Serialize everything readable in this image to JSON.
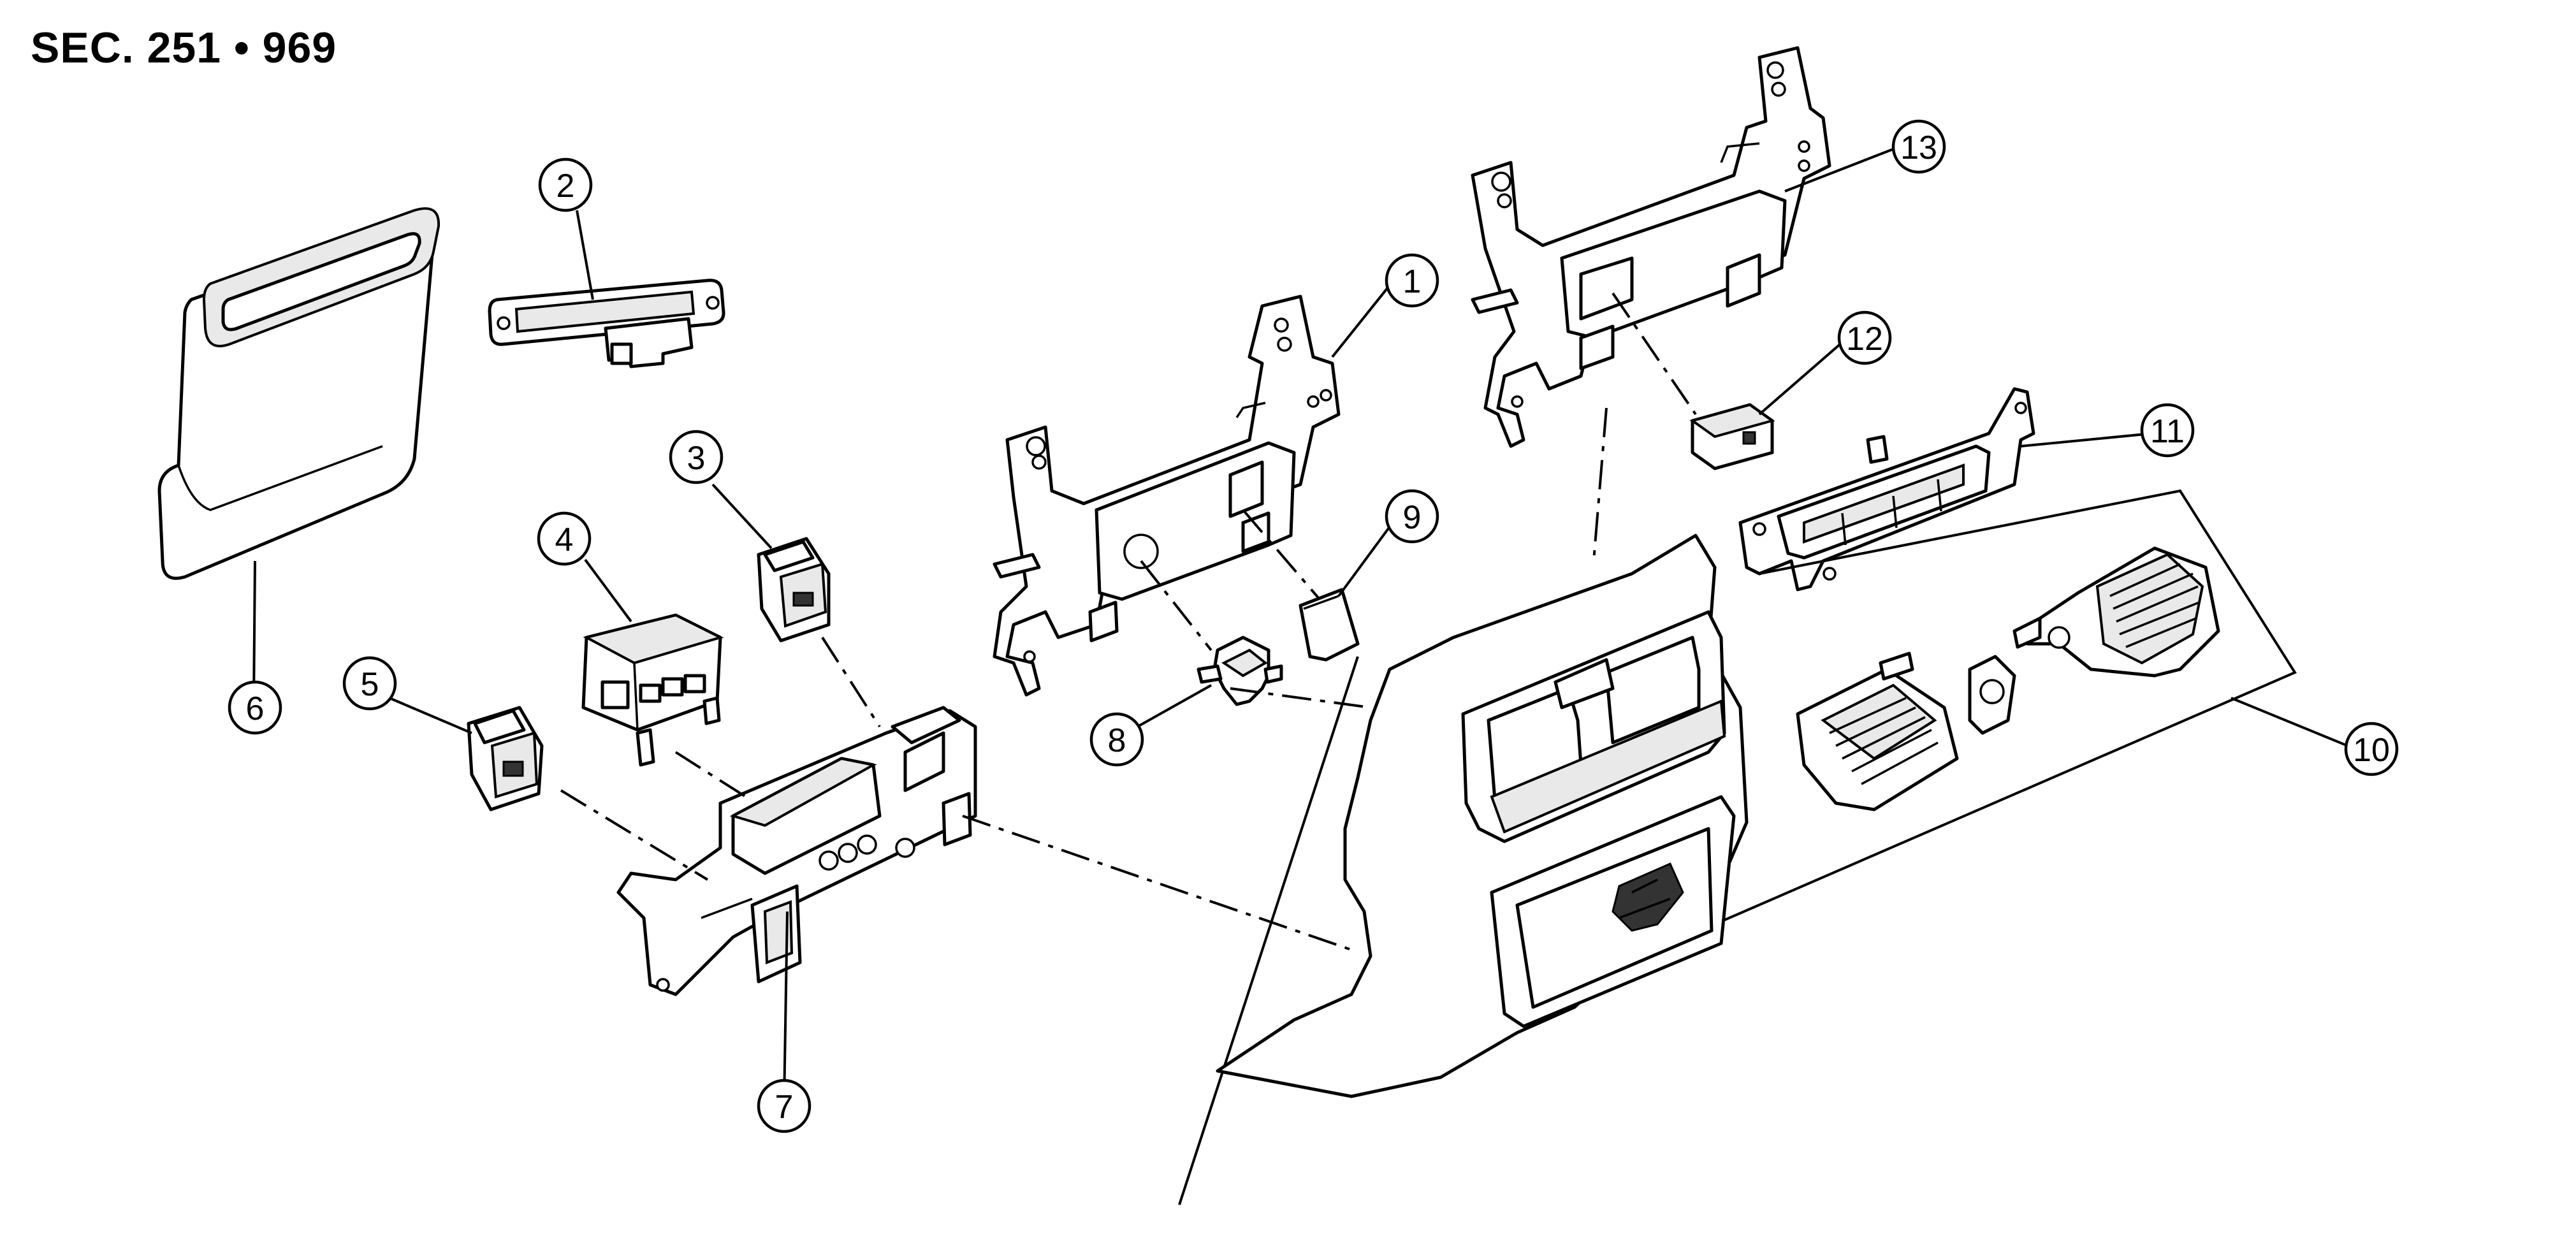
{
  "header": {
    "section": "SEC. 251 • 969"
  },
  "callouts": [
    "1",
    "2",
    "3",
    "4",
    "5",
    "6",
    "7",
    "8",
    "9",
    "10",
    "11",
    "12",
    "13"
  ]
}
